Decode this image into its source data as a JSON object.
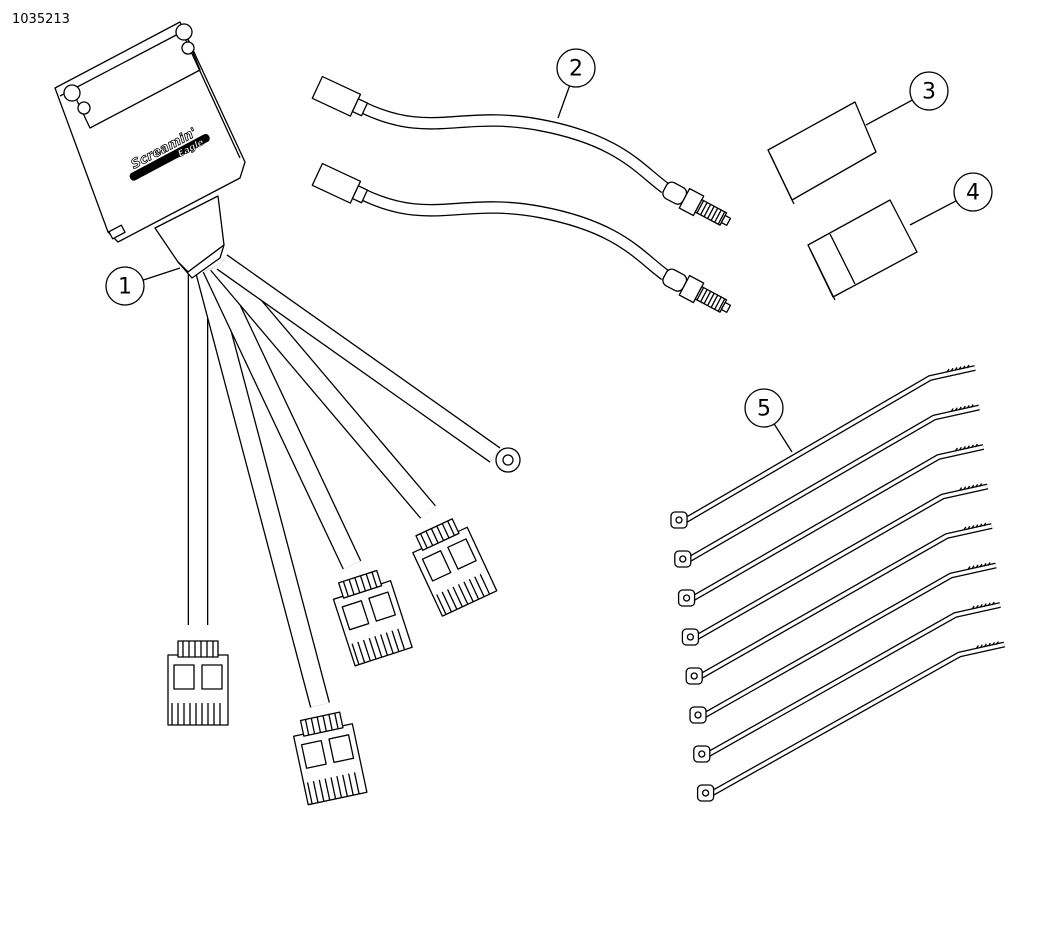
{
  "figure_id": "1035213",
  "logo_text": "Screamin' Eagle",
  "callouts": [
    {
      "label": "1",
      "part": "tuner-module-harness"
    },
    {
      "label": "2",
      "part": "oxygen-sensors"
    },
    {
      "label": "3",
      "part": "pad-small"
    },
    {
      "label": "4",
      "part": "pad-large"
    },
    {
      "label": "5",
      "part": "cable-ties"
    }
  ],
  "colors": {
    "line": "#000000",
    "fill": "#ffffff"
  }
}
